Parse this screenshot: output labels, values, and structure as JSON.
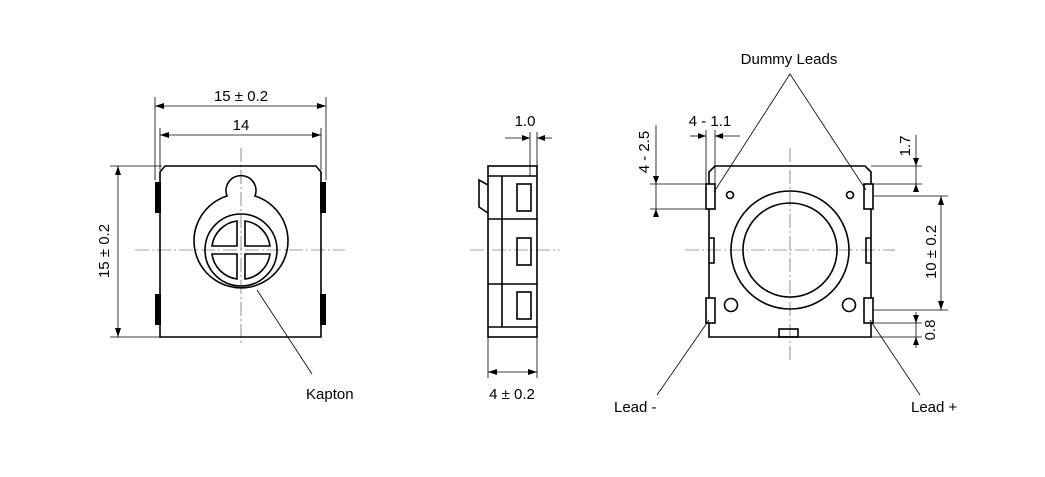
{
  "labels": {
    "top_width": "15 ± 0.2",
    "top_inner_width": "14",
    "top_height": "15 ± 0.2",
    "kapton": "Kapton",
    "side_top": "1.0",
    "side_width": "4  ± 0.2",
    "dummy_leads": "Dummy Leads",
    "lead_width": "4 - 1.1",
    "lead_pitch": "4 - 2.5",
    "lead_gap": "1.7",
    "lead_span": "10 ± 0.2",
    "lead_offset": "0.8",
    "lead_minus": "Lead -",
    "lead_plus": "Lead +"
  }
}
